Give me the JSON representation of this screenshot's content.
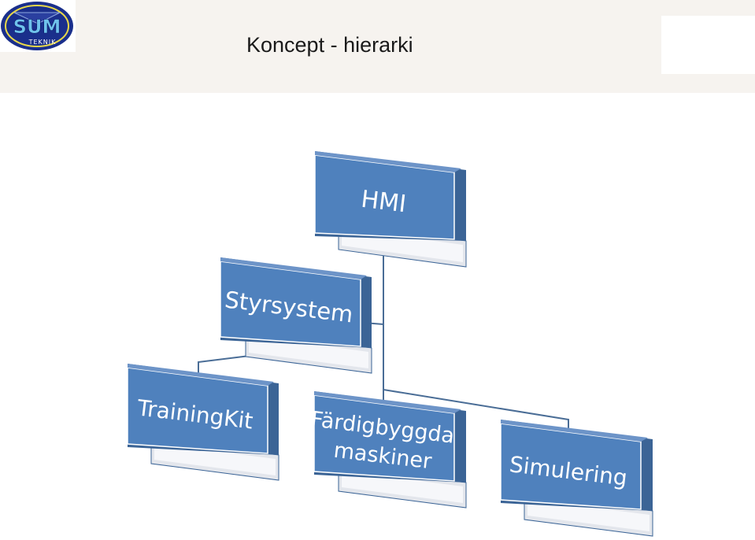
{
  "header": {
    "title": "Koncept - hierarki",
    "logo_text": "SUM TEKNIK"
  },
  "nodes": {
    "hmi": {
      "label": "HMI"
    },
    "styrsystem": {
      "label": "Styrsystem"
    },
    "trainingkit": {
      "label": "TrainingKit"
    },
    "fardigbyggda": {
      "line1": "Färdigbyggda",
      "line2": "maskiner"
    },
    "simulering": {
      "label": "Simulering"
    }
  },
  "colors": {
    "box_fill": "#4f81bd",
    "box_dark": "#3b6496",
    "connector": "#4a6d96",
    "header_bg": "#f6f3ef"
  }
}
